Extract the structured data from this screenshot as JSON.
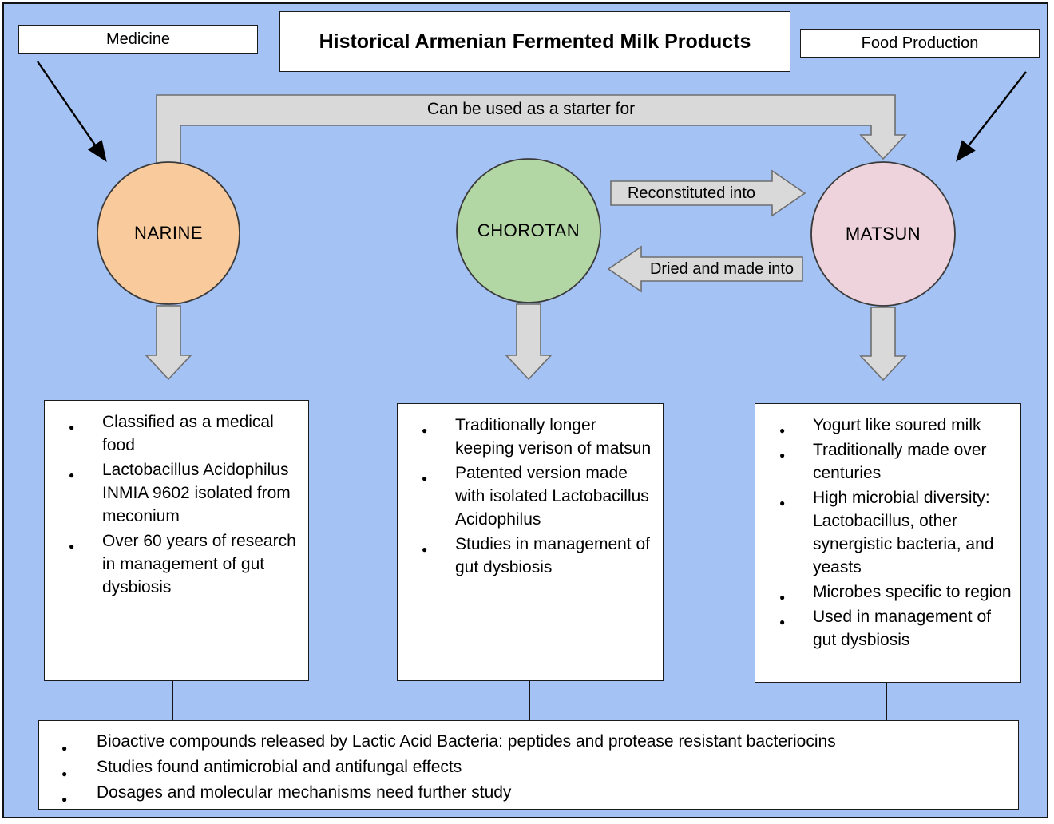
{
  "title": "Historical Armenian Fermented Milk Products",
  "top_labels": {
    "medicine": "Medicine",
    "food_production": "Food Production"
  },
  "arrows": {
    "starter": "Can be used as a starter for",
    "reconstituted": "Reconstituted into",
    "dried": "Dried and made into"
  },
  "nodes": {
    "narine": {
      "label": "NARINE",
      "color": "#f9cb9c"
    },
    "chorotan": {
      "label": "CHOROTAN",
      "color": "#b2d6a4"
    },
    "matsun": {
      "label": "MATSUN",
      "color": "#eed3dd"
    }
  },
  "details": {
    "narine": {
      "bullets": [
        "Classified as a medical food",
        "Lactobacillus Acidophilus INMIA 9602 isolated from meconium",
        "Over 60 years of research in management of gut dysbiosis"
      ]
    },
    "chorotan": {
      "bullets": [
        "Traditionally longer keeping verison of matsun",
        "Patented version made with isolated Lactobacillus Acidophilus",
        "Studies in management of gut dysbiosis"
      ]
    },
    "matsun": {
      "bullets": [
        "Yogurt like soured milk",
        "Traditionally made over centuries",
        "High microbial diversity: Lactobacillus, other synergistic bacteria, and yeasts",
        "Microbes specific to region",
        "Used in management of gut dysbiosis"
      ]
    }
  },
  "summary": {
    "bullets": [
      "Bioactive compounds released by Lactic Acid Bacteria: peptides and protease resistant bacteriocins",
      "Studies found antimicrobial and antifungal effects",
      "Dosages and molecular mechanisms need further study"
    ]
  },
  "colors": {
    "background": "#a4c2f4",
    "arrow_fill": "#d9d9d9",
    "arrow_stroke": "#6e6e6e",
    "box_background": "#ffffff",
    "box_border": "#1b1b1b"
  }
}
